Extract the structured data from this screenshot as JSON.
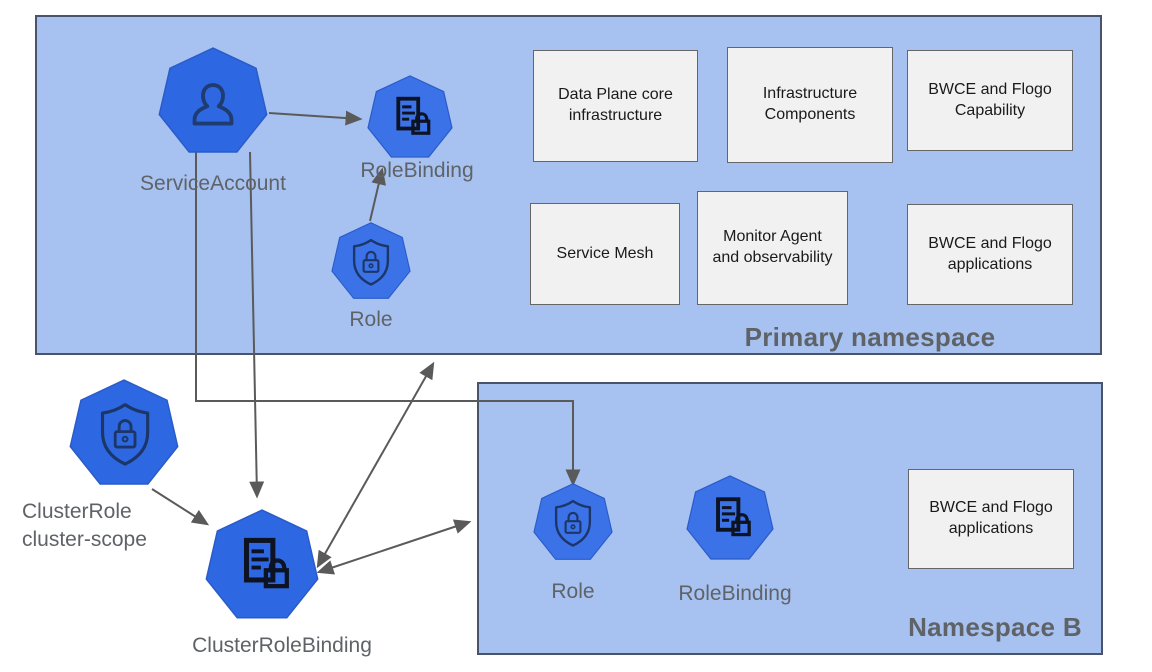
{
  "title": "Kubernetes RBAC namespaces diagram",
  "colors": {
    "namespace_fill": "#a7c2f0",
    "namespace_border": "#49536b",
    "heptagon_large_fill": "#2d68e2",
    "heptagon_small_fill": "#3b72e8",
    "heptagon_stroke": "#2a5cc9",
    "component_box_fill": "#f1f1f1",
    "component_box_border": "#666666",
    "arrow": "#5a5a5a",
    "label_gray": "#5f6368",
    "box_text": "#1a1a1a",
    "user_icon_stroke": "#1f3b70",
    "shield_icon_stroke": "#1c3667",
    "doc_icon_stroke": "#0d1322"
  },
  "namespaces": {
    "primary": {
      "label": "Primary namespace"
    },
    "namespace_b": {
      "label": "Namespace B"
    }
  },
  "nodes": {
    "service_account": {
      "label": "ServiceAccount",
      "icon": "user-icon"
    },
    "role_binding_primary": {
      "label": "RoleBinding",
      "icon": "document-lock-icon"
    },
    "role_primary": {
      "label": "Role",
      "icon": "shield-lock-icon"
    },
    "cluster_role": {
      "label_line1": "ClusterRole",
      "label_line2": "cluster-scope",
      "icon": "shield-lock-icon"
    },
    "cluster_role_binding": {
      "label": "ClusterRoleBinding",
      "icon": "document-lock-icon"
    },
    "role_namespace_b": {
      "label": "Role",
      "icon": "shield-lock-icon"
    },
    "role_binding_namespace_b": {
      "label": "RoleBinding",
      "icon": "document-lock-icon"
    }
  },
  "components": {
    "primary": [
      {
        "label": "Data Plane core infrastructure"
      },
      {
        "label": "Infrastructure Components"
      },
      {
        "label": "BWCE and Flogo Capability"
      },
      {
        "label": "Service Mesh"
      },
      {
        "label": "Monitor Agent and observability"
      },
      {
        "label": "BWCE and Flogo applications"
      }
    ],
    "namespace_b": [
      {
        "label": "BWCE and Flogo applications"
      }
    ]
  }
}
